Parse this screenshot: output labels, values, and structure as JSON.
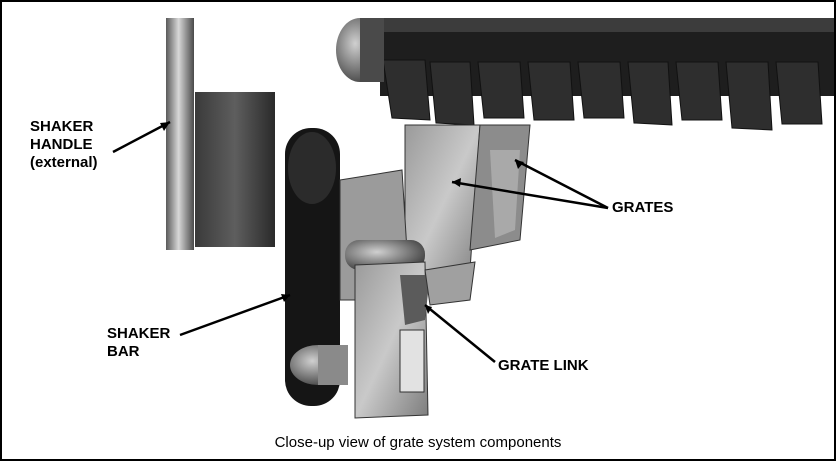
{
  "labels": {
    "shaker_handle": [
      "SHAKER",
      "HANDLE",
      "(external)"
    ],
    "grates": "GRATES",
    "shaker_bar": [
      "SHAKER",
      "BAR"
    ],
    "grate_link": "GRATE LINK"
  },
  "caption": "Close-up view of grate system components",
  "colors": {
    "frame": "#000000",
    "background": "#ffffff",
    "metal_dark": "#2b2b2b",
    "metal_mid": "#6f6f6f",
    "metal_light": "#b8b8b8",
    "label_text": "#000000"
  }
}
